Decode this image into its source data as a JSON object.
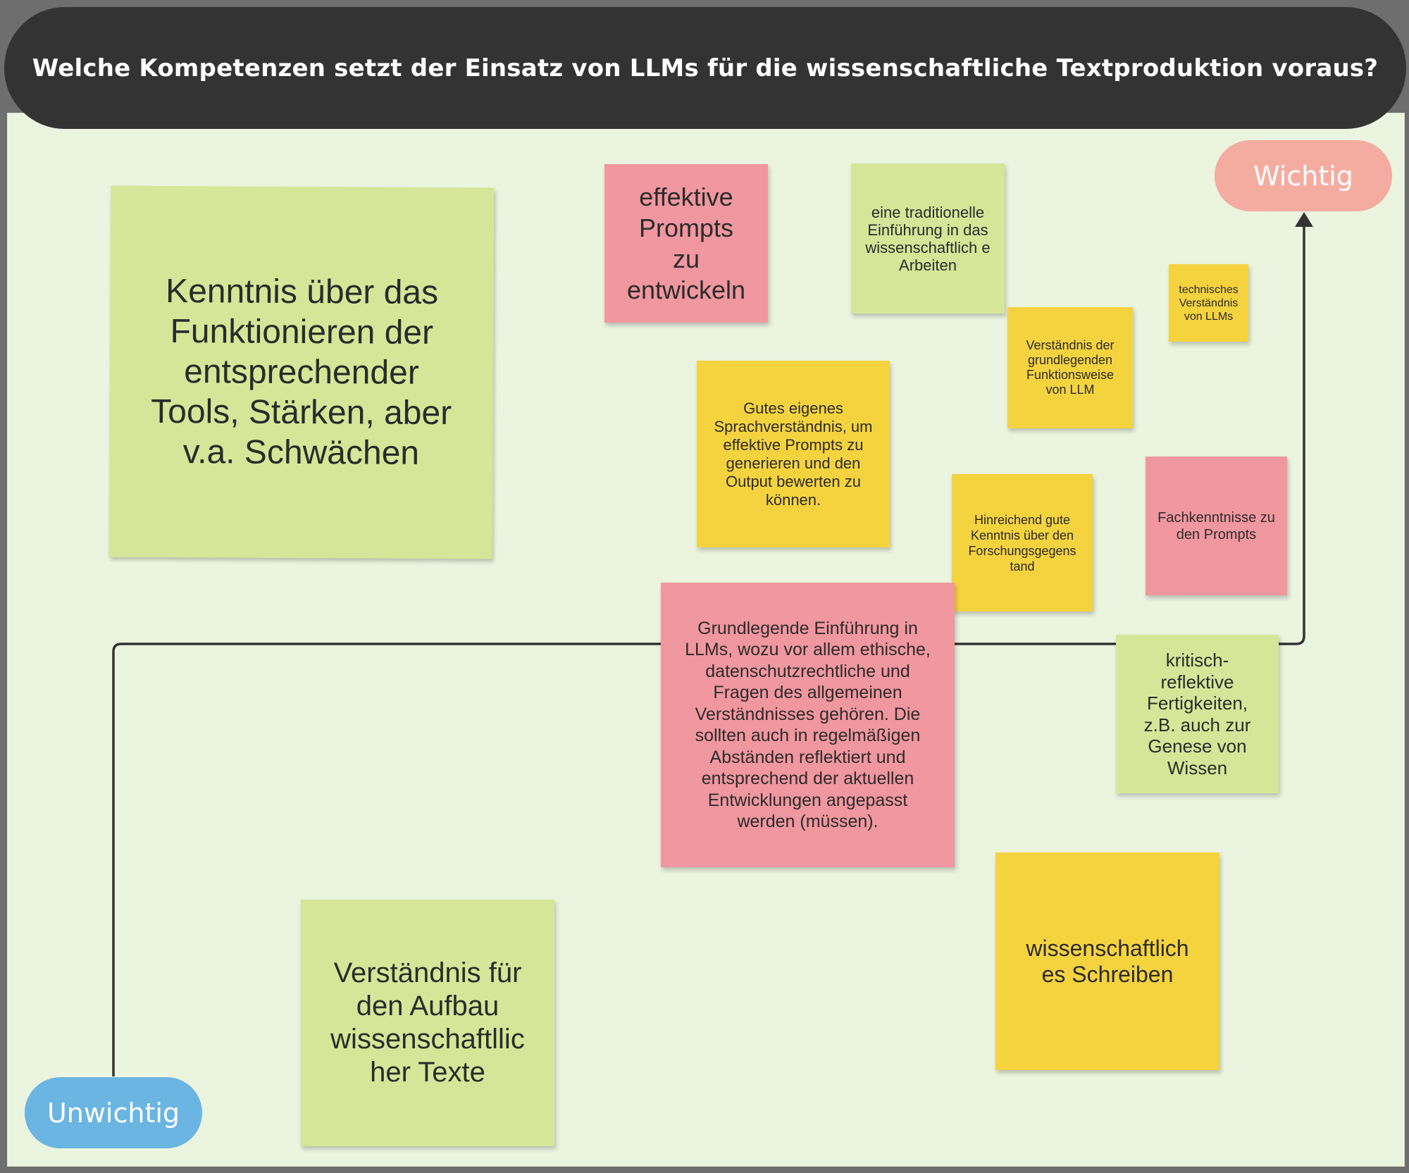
{
  "header": {
    "title": "Welche Kompetenzen setzt der Einsatz von LLMs für die wissenschaftliche Textproduktion voraus?"
  },
  "axis": {
    "high_label": "Wichtig",
    "low_label": "Unwichtig"
  },
  "colors": {
    "header_bg": "#333333",
    "board_bg": "#ebf4df",
    "note_green": "#d6e698",
    "note_pink": "#f1979f",
    "note_yellow": "#f5d33f",
    "pill_high": "#f5aca0",
    "pill_low": "#6bb5e2"
  },
  "notes": [
    {
      "text": "Kenntnis über das Funktionieren der entsprechender Tools, Stärken, aber v.a. Schwächen"
    },
    {
      "text": "effektive Prompts zu entwickeln"
    },
    {
      "text": "eine traditionelle Einführung in das wissenschaftlich e Arbeiten"
    },
    {
      "text": "technisches Verständnis von LLMs"
    },
    {
      "text": "Verständnis der grundlegenden Funktionsweise von LLM"
    },
    {
      "text": "Gutes eigenes Sprachverständnis, um effektive Prompts zu generieren und den Output bewerten zu können."
    },
    {
      "text": "Hinreichend gute Kenntnis über den Forschungsgegens tand"
    },
    {
      "text": "Fachkenntnisse zu den Prompts"
    },
    {
      "text": "Grundlegende Einführung in LLMs, wozu vor allem ethische, datenschutzrechtliche und Fragen des allgemeinen Verständnisses gehören. Die sollten auch in regelmäßigen Abständen reflektiert und entsprechend der aktuellen Entwicklungen angepasst werden (müssen)."
    },
    {
      "text": "kritisch-reflektive Fertigkeiten, z.B. auch zur Genese von Wissen"
    },
    {
      "text": "wissenschaftlich es Schreiben"
    },
    {
      "text": "Verständnis für den Aufbau wissenschaftllic her Texte"
    }
  ]
}
